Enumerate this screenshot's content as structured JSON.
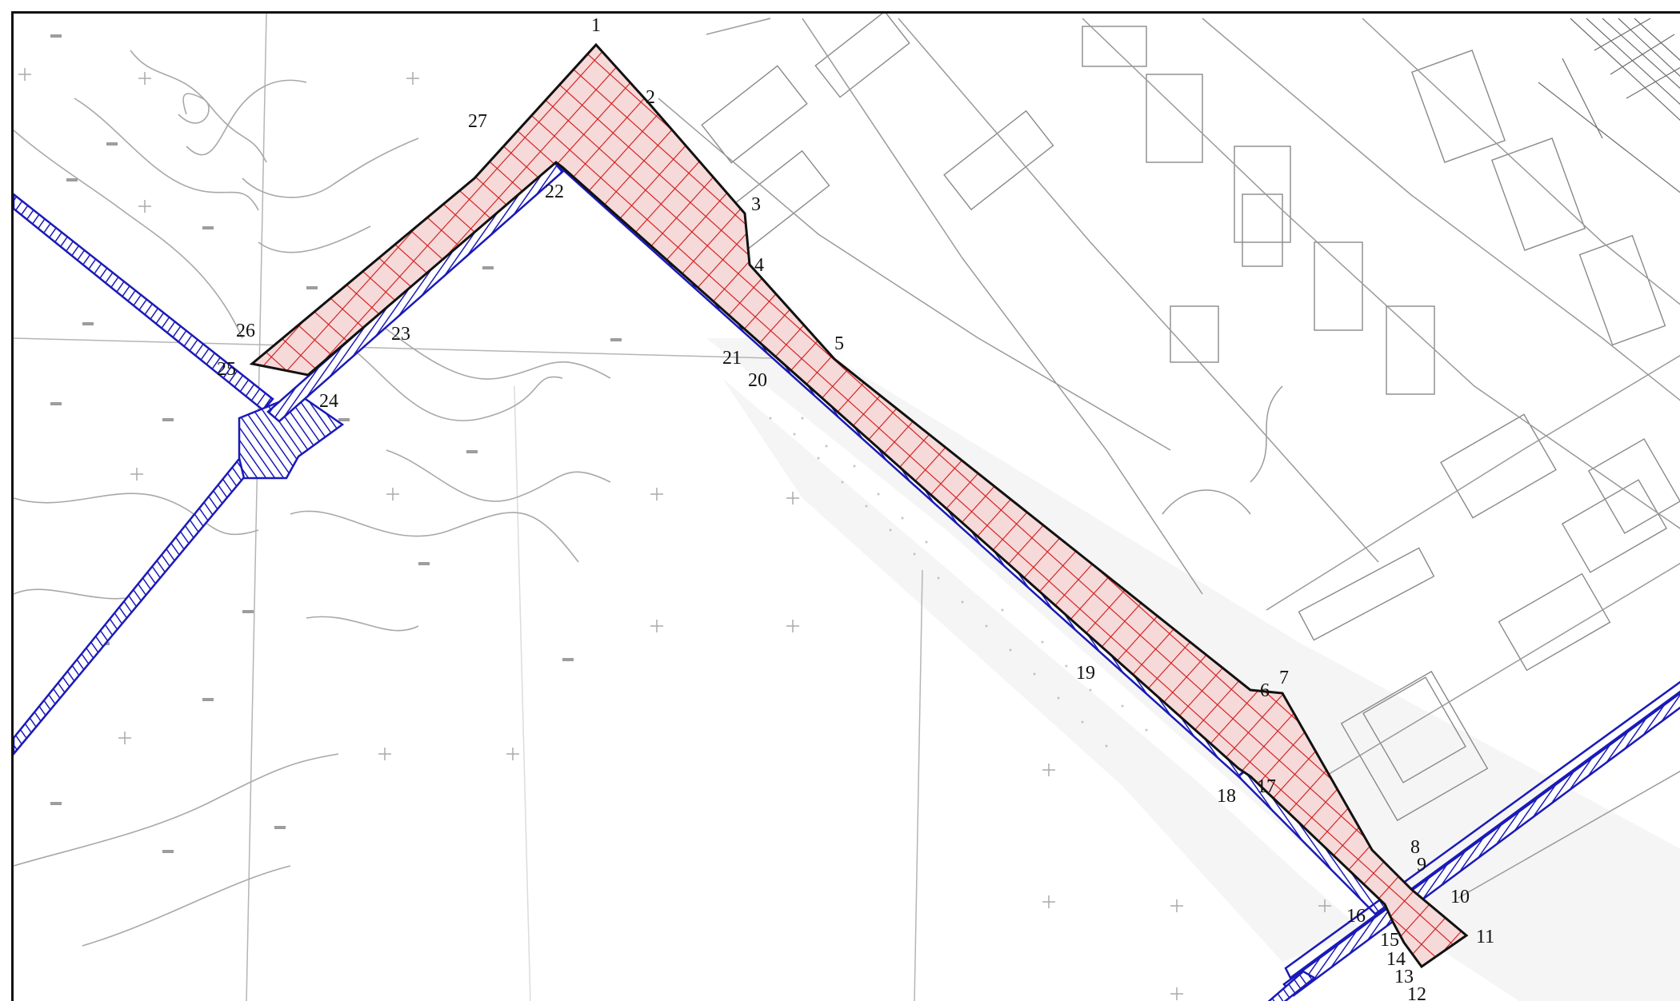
{
  "map": {
    "vertex_labels": [
      "1",
      "2",
      "3",
      "4",
      "5",
      "6",
      "7",
      "8",
      "9",
      "10",
      "11",
      "12",
      "13",
      "14",
      "15",
      "16",
      "17",
      "18",
      "19",
      "20",
      "21",
      "22",
      "23",
      "24",
      "25",
      "26",
      "27"
    ],
    "colors": {
      "background": "#ffffff",
      "frame": "#111111",
      "basemap_lines": "#9a9a9a",
      "basemap_dark": "#6f6f6f",
      "zone_outline": "#111111",
      "zone_grid": "#d01818",
      "zone_fill": "#f3c8c8",
      "corridor": "#1a1ab8",
      "corridor_fill": "#ffffff"
    },
    "layers": [
      {
        "name": "basemap",
        "description_icon": "topographic-basemap"
      },
      {
        "name": "boundary-zone",
        "pattern": "red-crosshatch-grid"
      },
      {
        "name": "utility-corridors",
        "pattern": "blue-diagonal-hatch"
      }
    ]
  }
}
